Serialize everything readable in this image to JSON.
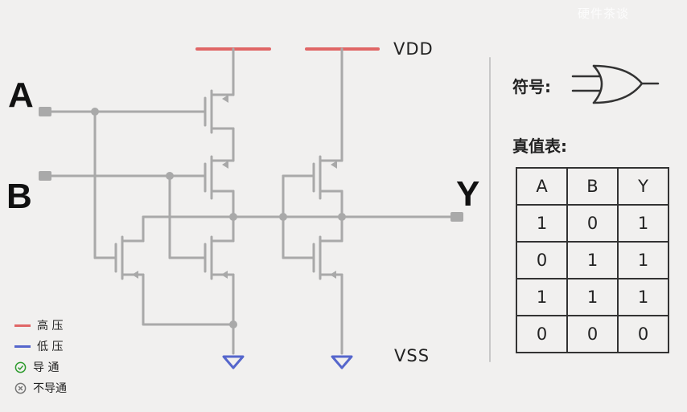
{
  "watermark": "硬件茶谈",
  "labels": {
    "input_a": "A",
    "input_b": "B",
    "output_y": "Y",
    "vdd": "VDD",
    "vss": "VSS"
  },
  "symbol_label": "符号:",
  "truth_table_label": "真值表:",
  "truth_table": {
    "headers": [
      "A",
      "B",
      "Y"
    ],
    "rows": [
      [
        "1",
        "0",
        "1"
      ],
      [
        "0",
        "1",
        "1"
      ],
      [
        "1",
        "1",
        "1"
      ],
      [
        "0",
        "0",
        "0"
      ]
    ]
  },
  "legend": [
    {
      "label": "高 压",
      "kind": "line",
      "color": "#e06666"
    },
    {
      "label": "低 压",
      "kind": "line",
      "color": "#5566cc"
    },
    {
      "label": "导 通",
      "kind": "check-icon",
      "color": "#2e9b2e"
    },
    {
      "label": "不导通",
      "kind": "cross-icon",
      "color": "#777777"
    }
  ],
  "colors": {
    "wire": "#a9a9a9",
    "vdd_rail": "#e06666",
    "vss_ground": "#5566cc",
    "text": "#222222"
  }
}
